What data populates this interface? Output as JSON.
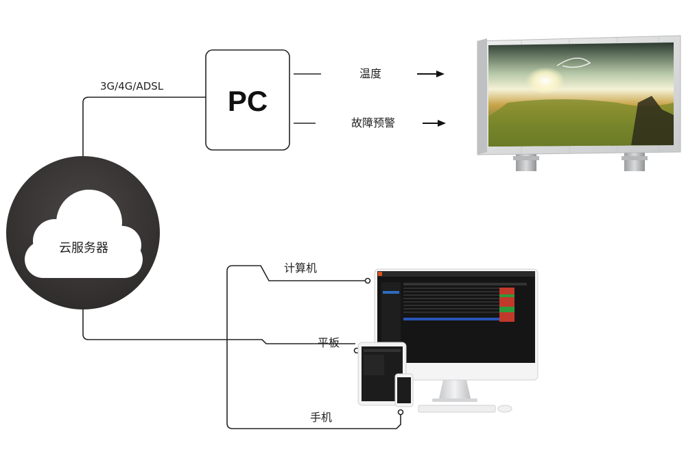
{
  "pc": {
    "label": "PC"
  },
  "cloud": {
    "label": "云服务器"
  },
  "links": {
    "network_label": "3G/4G/ADSL"
  },
  "outputs": [
    {
      "label": "温度"
    },
    {
      "label": "故障预警"
    }
  ],
  "clients": [
    {
      "label": "计算机"
    },
    {
      "label": "平板"
    },
    {
      "label": "手机"
    }
  ],
  "colors": {
    "line": "#222222",
    "cloud_ring": "#3d3a3a",
    "monitor_bezel": "#151515",
    "billboard_frame": "#d9dadb"
  }
}
